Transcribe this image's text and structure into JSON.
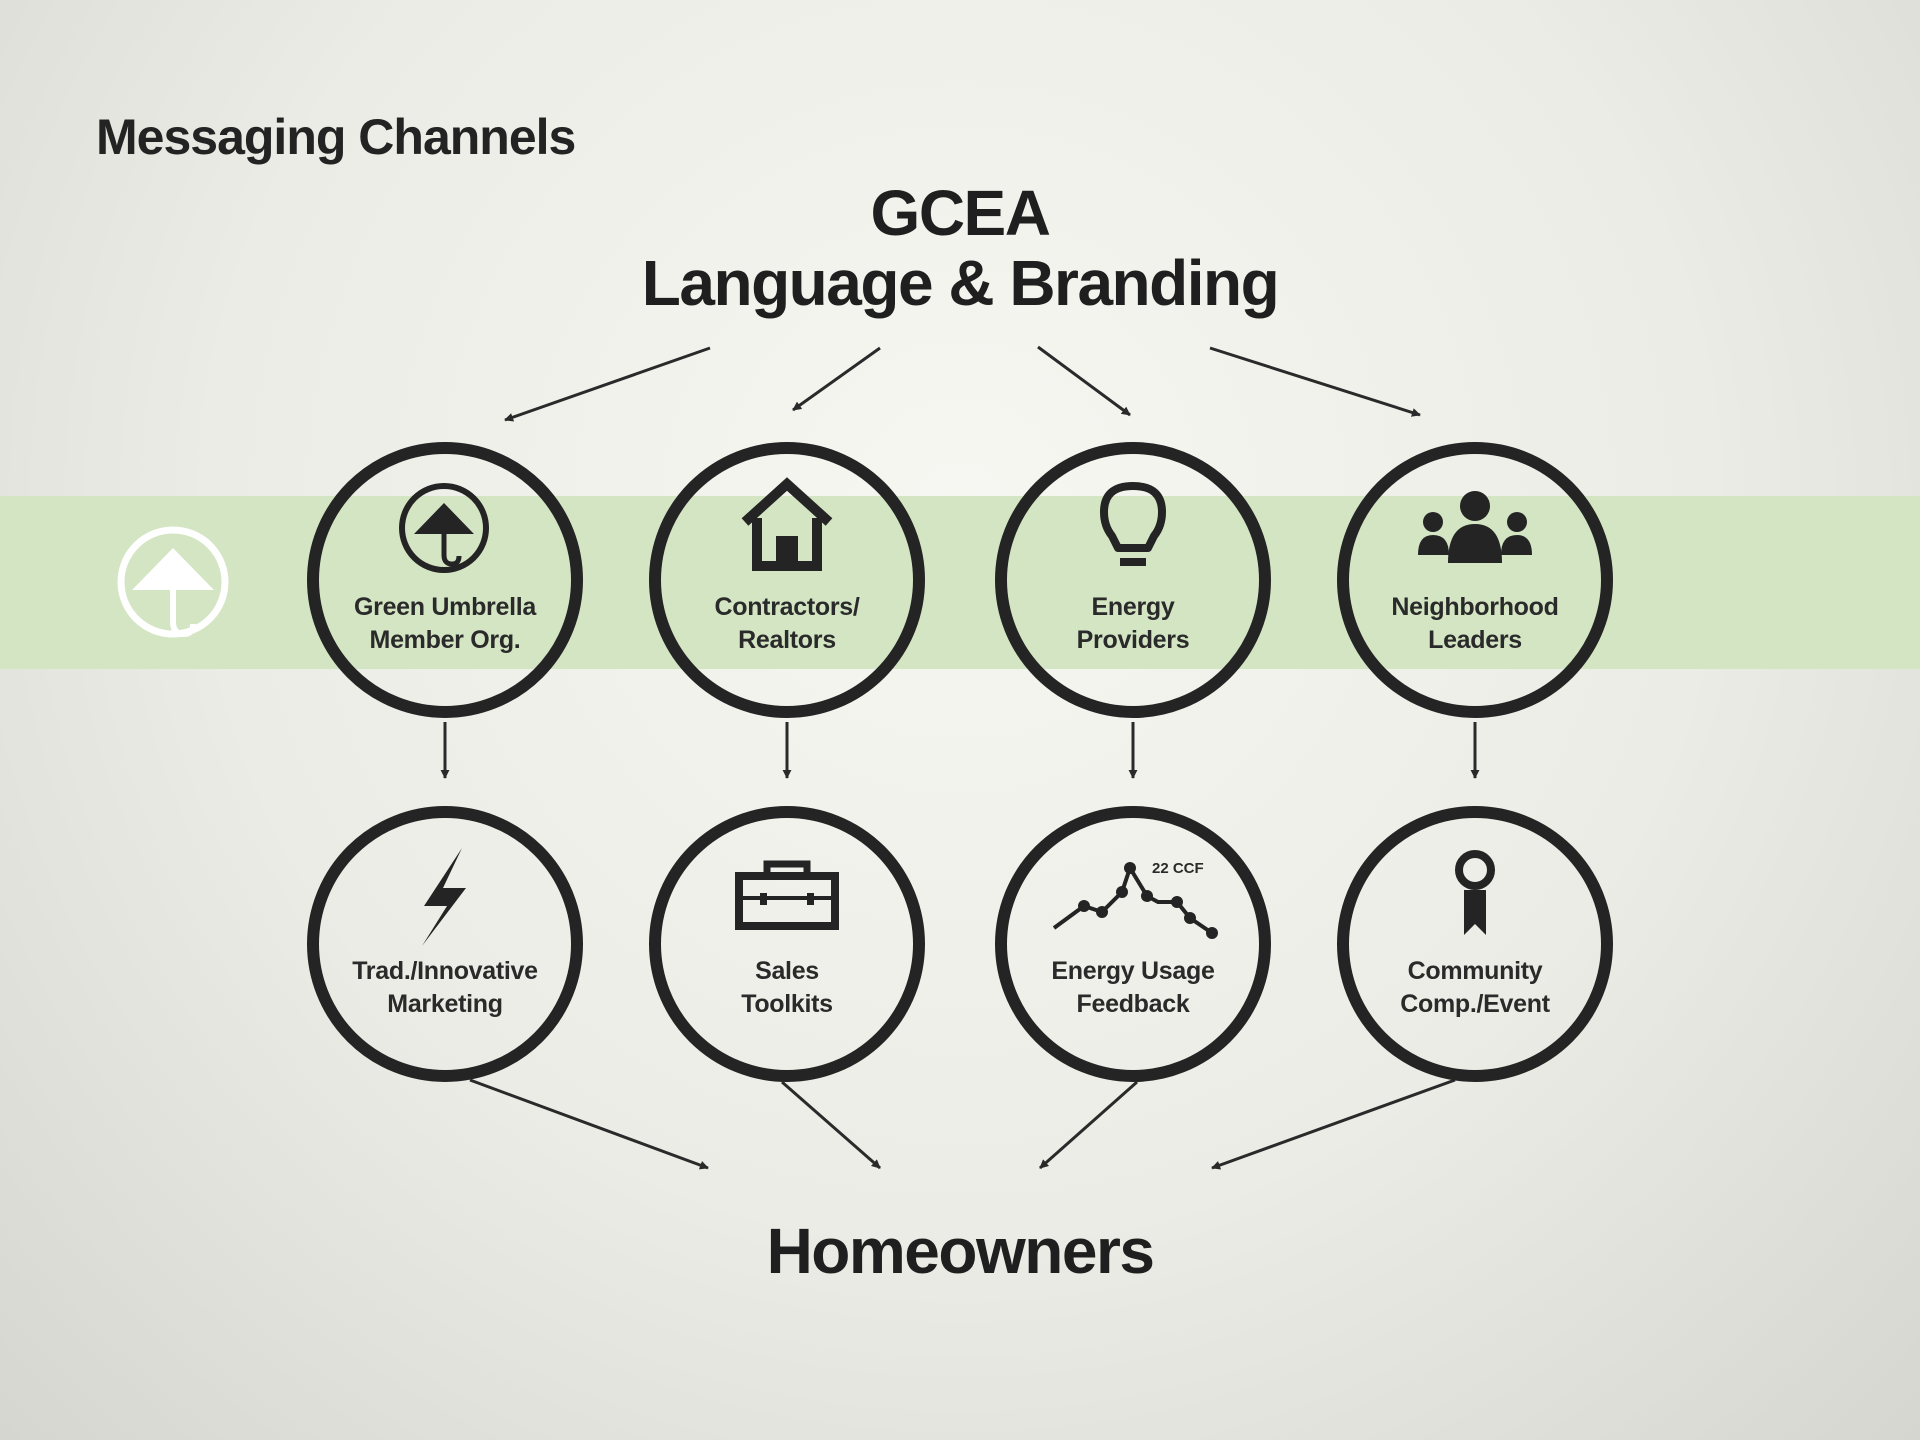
{
  "heading": "Messaging Channels",
  "source": {
    "line1": "GCEA",
    "line2": "Language & Branding"
  },
  "target": "Homeowners",
  "colors": {
    "band": "#d3e5c3",
    "ink": "#222222",
    "badge": "#ffffff"
  },
  "channels": [
    {
      "icon": "umbrella-icon",
      "line1": "Green Umbrella",
      "line2": "Member Org."
    },
    {
      "icon": "house-icon",
      "line1": "Contractors/",
      "line2": "Realtors"
    },
    {
      "icon": "lightbulb-icon",
      "line1": "Energy",
      "line2": "Providers"
    },
    {
      "icon": "people-icon",
      "line1": "Neighborhood",
      "line2": "Leaders"
    }
  ],
  "tactics": [
    {
      "icon": "lightning-icon",
      "line1": "Trad./Innovative",
      "line2": "Marketing"
    },
    {
      "icon": "toolbox-icon",
      "line1": "Sales",
      "line2": "Toolkits"
    },
    {
      "icon": "line-chart-icon",
      "line1": "Energy Usage",
      "line2": "Feedback",
      "note": "22 CCF"
    },
    {
      "icon": "award-ribbon-icon",
      "line1": "Community",
      "line2": "Comp./Event"
    }
  ]
}
